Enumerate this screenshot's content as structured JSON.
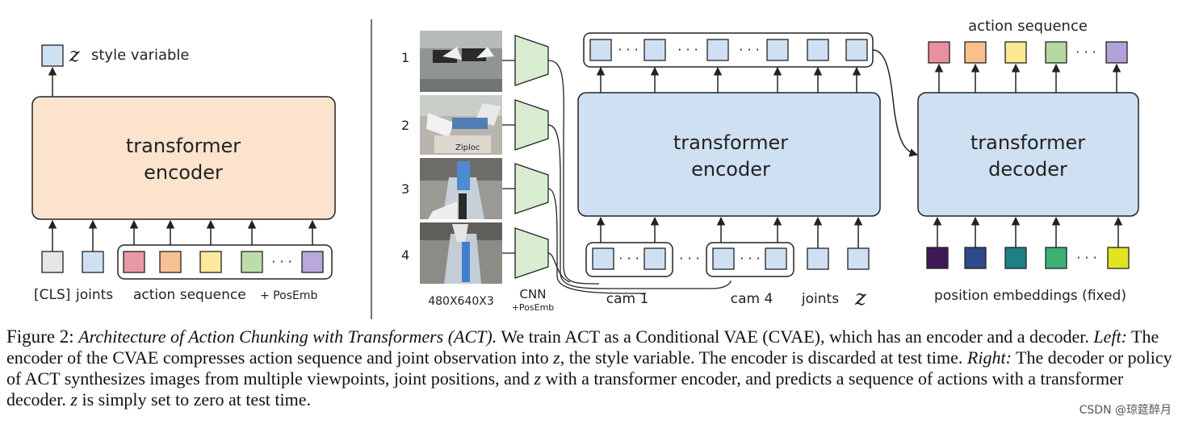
{
  "left_panel": {
    "output_symbol": "z",
    "output_label": "style variable",
    "block_line1": "transformer",
    "block_line2": "encoder",
    "cls_label": "[CLS]",
    "joints_label": "joints",
    "action_label": "action sequence",
    "posemb_label": "+ PosEmb",
    "ellipsis": "· · ·",
    "colors": {
      "block_fill": "#fbe3cd",
      "cls_token": "#e6e6e6",
      "joint_token": "#cfe0f3",
      "action_tokens": [
        "#e79aa6",
        "#f6c294",
        "#fbea9a",
        "#bcdcab",
        "#b8a8dc"
      ]
    }
  },
  "right_panel": {
    "camera_numbers": [
      "1",
      "2",
      "3",
      "4"
    ],
    "image_size_label": "480X640X3",
    "cnn_label": "CNN",
    "cnn_posemb_label": "+PosEmb",
    "encoder_line1": "transformer",
    "encoder_line2": "encoder",
    "decoder_line1": "transformer",
    "decoder_line2": "decoder",
    "action_sequence_label": "action sequence",
    "cam1_label": "cam 1",
    "cam4_label": "cam 4",
    "joints_label": "joints",
    "z_label": "z",
    "position_embeddings_label": "position embeddings (fixed)",
    "ellipsis": "· · ·",
    "photo_text": "Ziploc",
    "colors": {
      "block_fill": "#cfe0f3",
      "cnn_fill": "#d8ecd0",
      "token": "#cfe0f3",
      "action_outputs": [
        "#e8909e",
        "#f7c08c",
        "#fbe892",
        "#b5d9a0",
        "#b3a2d8"
      ],
      "position_embeddings": [
        "#3e1957",
        "#2f4a8c",
        "#1f7f86",
        "#39b272",
        "#e1e41e"
      ]
    }
  },
  "caption": {
    "figure_label": "Figure 2:",
    "title": "Architecture of Action Chunking with Transformers (ACT).",
    "sentence1": " We train ACT as a Conditional VAE (CVAE), which has an encoder and a decoder. ",
    "left_tag": "Left:",
    "sentence2a": " The encoder of the CVAE compresses action sequence and joint observation into ",
    "z1": "z",
    "sentence2b": ", the style variable. The encoder is discarded at test time. ",
    "right_tag": "Right:",
    "sentence3a": " The decoder or policy of ACT synthesizes images from multiple viewpoints, joint positions, and ",
    "z2": "z",
    "sentence3b": " with a transformer encoder, and predicts a sequence of actions with a transformer decoder. ",
    "z3": "z",
    "sentence3c": " is simply set to zero at test time."
  },
  "watermark": "CSDN @琼筵醉月"
}
